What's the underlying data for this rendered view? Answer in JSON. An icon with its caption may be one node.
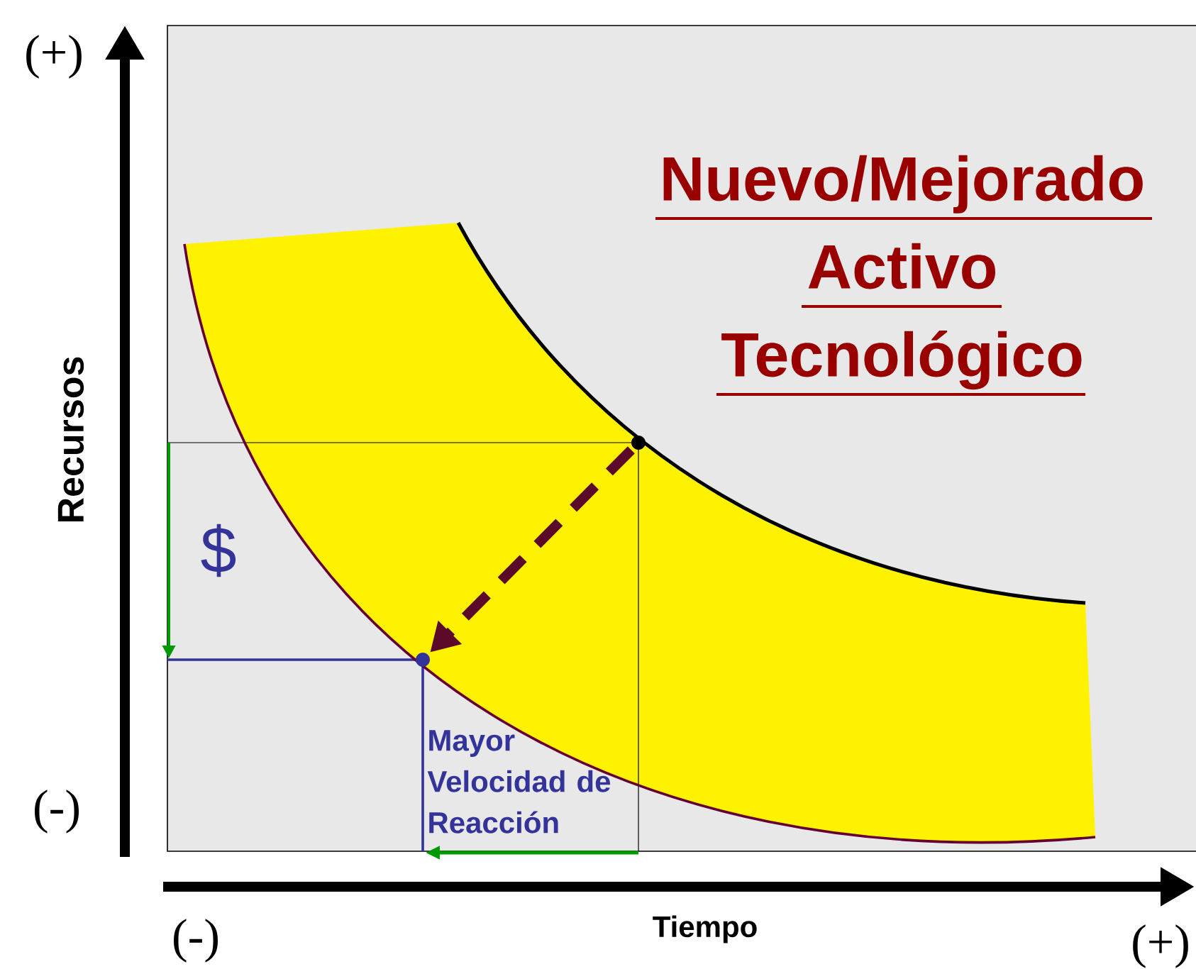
{
  "diagram": {
    "nodes": [
      {
        "text": [],
        "shape": "circle"
      },
      {
        "text": [],
        "shape": "circle"
      }
    ],
    "edges": [
      {
        "from": 0,
        "to": 1,
        "arrow": "to",
        "style": "dashed",
        "color": "#5c0a2a"
      }
    ],
    "labels": [
      "(+)",
      "Nuevo/Mejorado Activo Tecnológico",
      "Recursos",
      "$",
      "Mayor Velocidad de Reacción",
      "(-)",
      "(-)",
      "Tiempo",
      "(+)"
    ]
  }
}
